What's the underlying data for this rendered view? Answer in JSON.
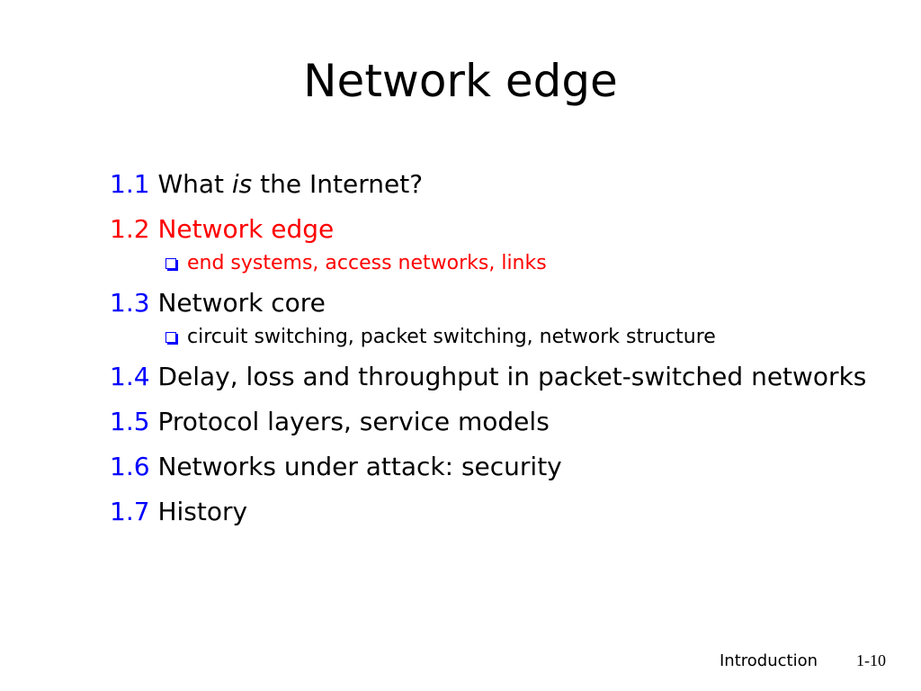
{
  "slide": {
    "title": "Network edge",
    "footer_label": "Introduction",
    "page_number": "1-10"
  },
  "toc": {
    "item1": {
      "num": "1.1",
      "text_a": "What ",
      "text_emph": "is",
      "text_b": " the Internet?"
    },
    "item2": {
      "num": "1.2",
      "text": "Network edge"
    },
    "item2_sub": "end systems, access networks, links",
    "item3": {
      "num": "1.3",
      "text": "Network core"
    },
    "item3_sub": "circuit switching, packet switching, network structure",
    "item4": {
      "num": "1.4",
      "text": "Delay, loss and throughput in packet-switched networks"
    },
    "item5": {
      "num": "1.5",
      "text": "Protocol layers, service models"
    },
    "item6": {
      "num": "1.6",
      "text": "Networks under attack: security"
    },
    "item7": {
      "num": "1.7",
      "text": "History"
    }
  },
  "colors": {
    "number": "#0000ff",
    "current": "#ff0000",
    "bullet": "#0000ff"
  }
}
